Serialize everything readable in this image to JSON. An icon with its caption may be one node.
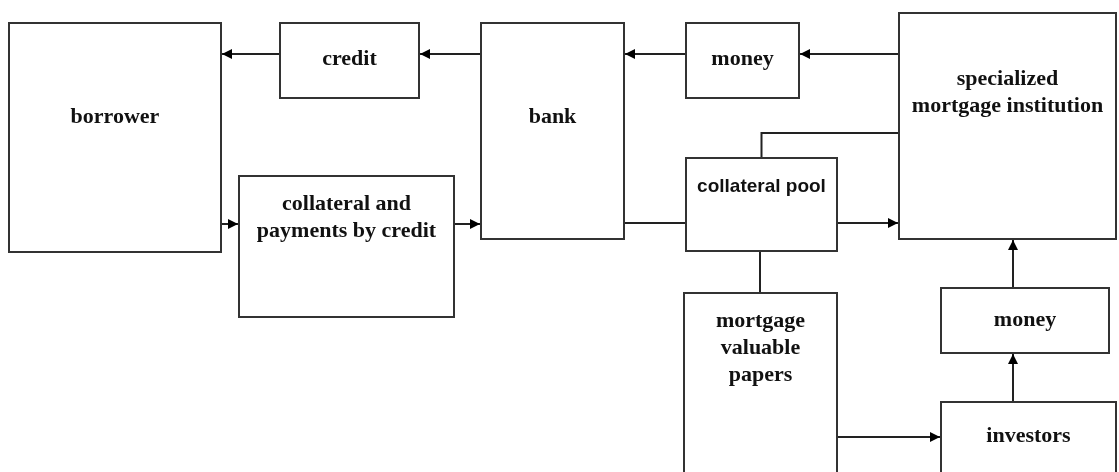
{
  "diagram": {
    "nodes": [
      {
        "text": [
          "borrower"
        ]
      },
      {
        "text": [
          "credit"
        ]
      },
      {
        "text": [
          "bank"
        ]
      },
      {
        "text": [
          "money"
        ]
      },
      {
        "text": [
          "specialized mortgage institution"
        ]
      },
      {
        "text": [
          "collateral and payments by credit"
        ]
      },
      {
        "text": [
          "collateral pool"
        ]
      },
      {
        "text": [
          "mortgage valuable papers"
        ]
      },
      {
        "text": [
          "money"
        ]
      },
      {
        "text": [
          "investors"
        ]
      }
    ],
    "edges": [
      {
        "from": 1,
        "to": 0,
        "arrow": "to"
      },
      {
        "from": 2,
        "to": 1,
        "arrow": "to"
      },
      {
        "from": 3,
        "to": 2,
        "arrow": "to"
      },
      {
        "from": 4,
        "to": 3,
        "arrow": "to"
      },
      {
        "from": 0,
        "to": 5,
        "arrow": "to"
      },
      {
        "from": 5,
        "to": 2,
        "arrow": "to"
      },
      {
        "from": 2,
        "to": 6,
        "arrow": "none"
      },
      {
        "from": 6,
        "to": 4,
        "arrow": "to"
      },
      {
        "from": 6,
        "to": 4,
        "arrow": "none"
      },
      {
        "from": 6,
        "to": 7,
        "arrow": "none"
      },
      {
        "from": 7,
        "to": 9,
        "arrow": "to"
      },
      {
        "from": 9,
        "to": 8,
        "arrow": "to"
      },
      {
        "from": 8,
        "to": 4,
        "arrow": "to"
      }
    ]
  }
}
